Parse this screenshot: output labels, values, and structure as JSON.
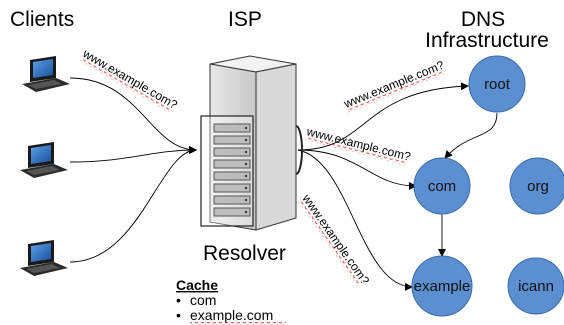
{
  "headings": {
    "clients": "Clients",
    "isp": "ISP",
    "dns_line1": "DNS",
    "dns_line2": "Infrastructure"
  },
  "resolver_label": "Resolver",
  "queries": {
    "client_query": "www.example.com?",
    "root_query": "www.example.com?",
    "com_query": "www.example.com?",
    "example_query": "www.example.com?"
  },
  "dns_nodes": {
    "root": "root",
    "com": "com",
    "org": "org",
    "example": "example",
    "icann": "icann"
  },
  "cache": {
    "title": "Cache",
    "items": [
      "com",
      "example.com"
    ]
  },
  "colors": {
    "node_fill": "#5b8fd0",
    "node_stroke": "#3a6aa8",
    "edge": "#000000"
  },
  "icons": {
    "clients": "laptop-icon",
    "resolver": "server-rack-icon"
  }
}
